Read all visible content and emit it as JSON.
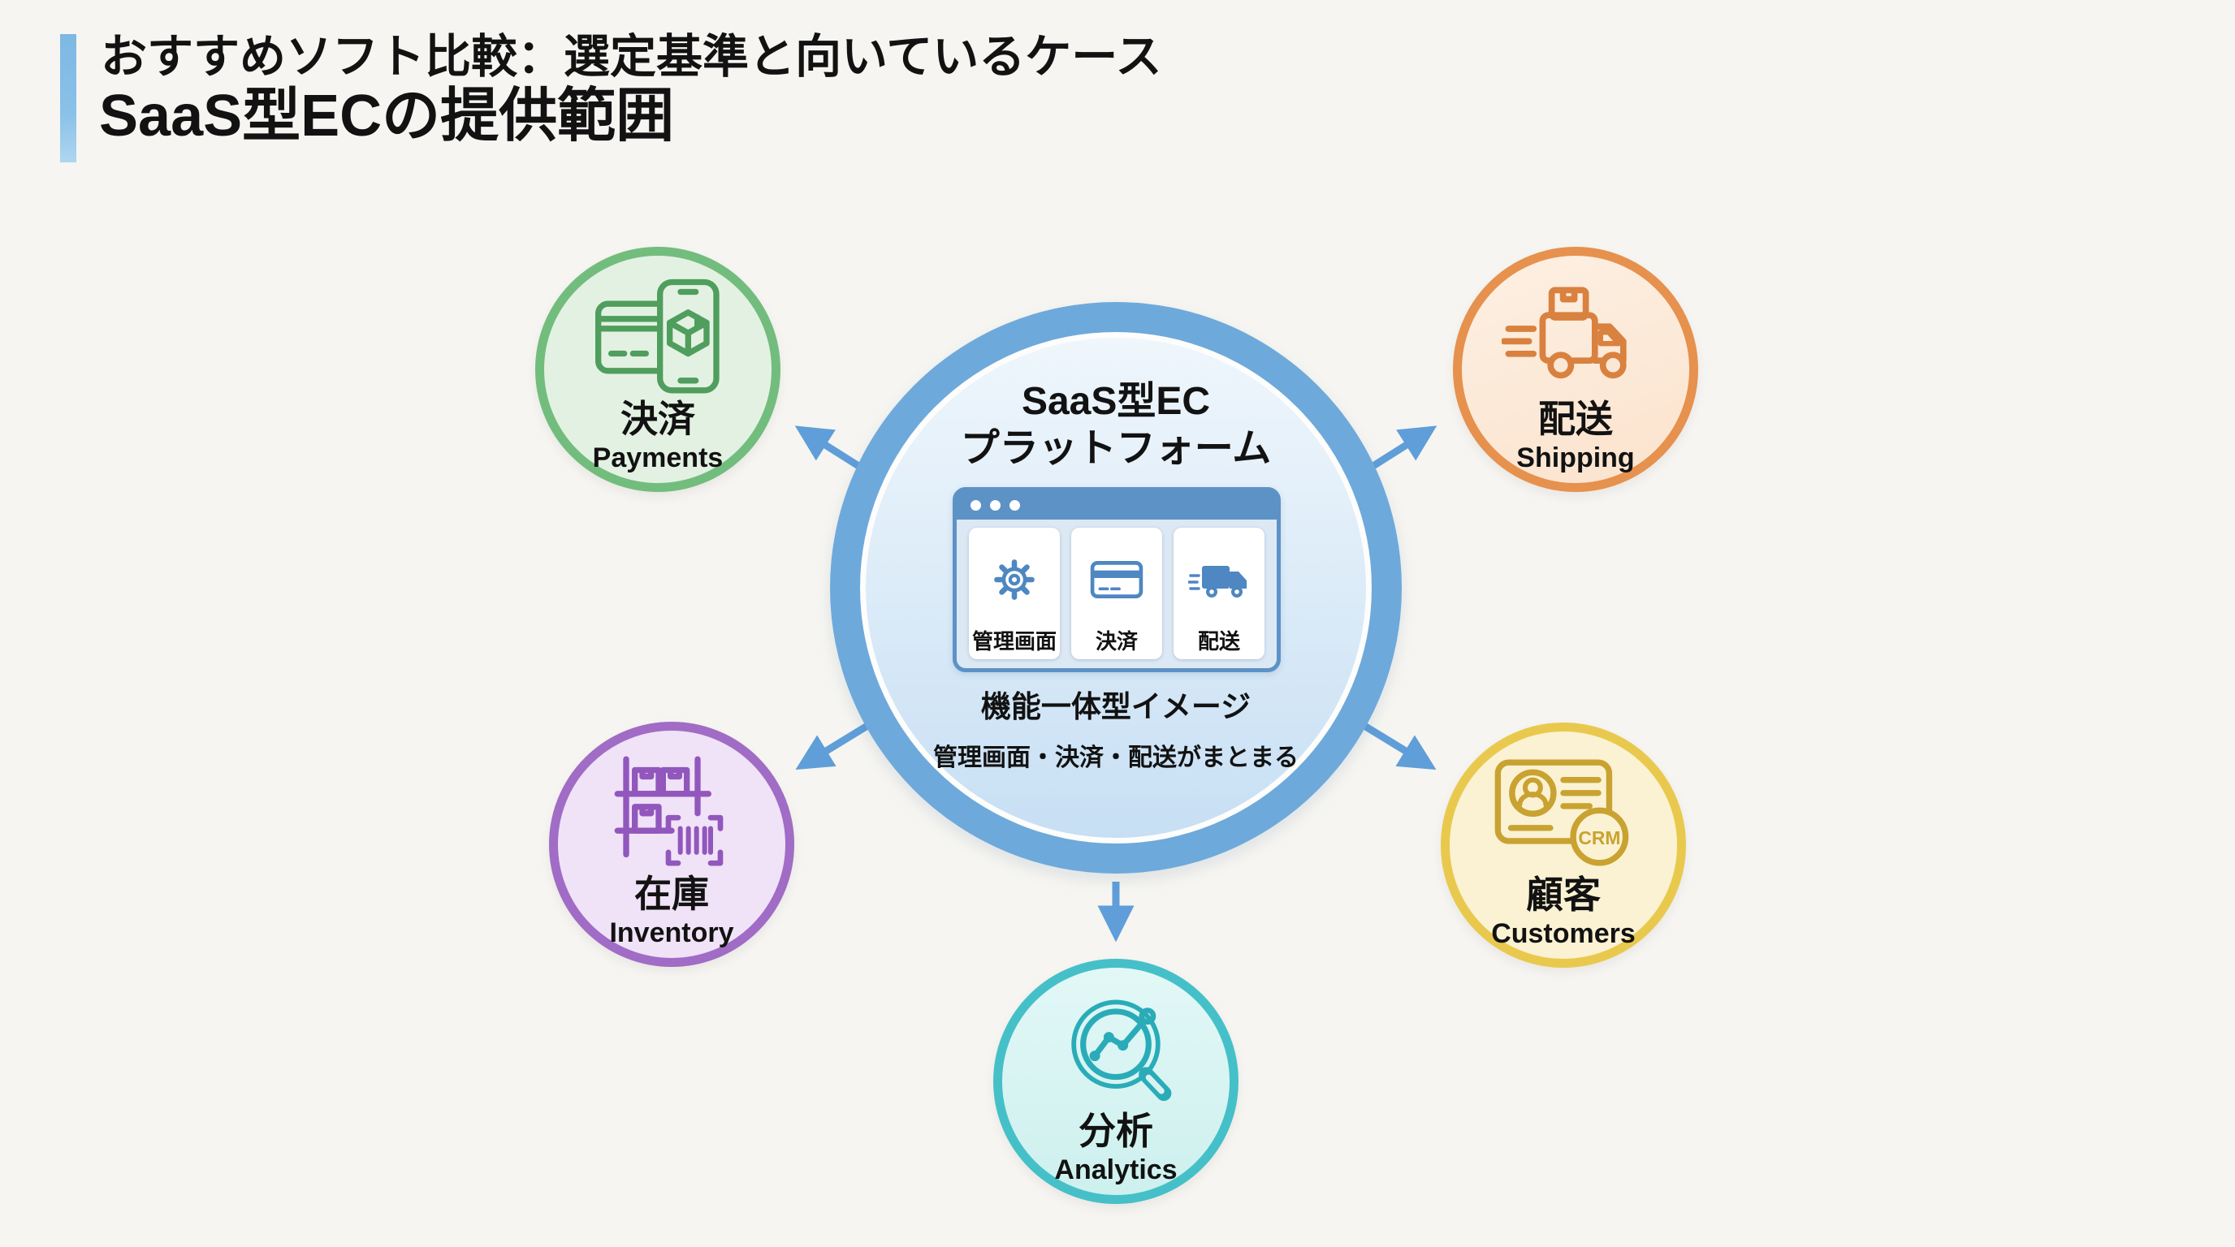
{
  "header": {
    "line1": "おすすめソフト比較：選定基準と向いているケース",
    "line2": "SaaS型ECの提供範囲"
  },
  "hub": {
    "title1": "SaaS型EC",
    "title2": "プラットフォーム",
    "modules": [
      {
        "icon": "gear-icon",
        "label": "管理画面"
      },
      {
        "icon": "credit-card-icon",
        "label": "決済"
      },
      {
        "icon": "delivery-truck-icon",
        "label": "配送"
      }
    ],
    "caption": "機能一体型イメージ",
    "subcaption": "管理画面・決済・配送がまとまる"
  },
  "satellites": [
    {
      "id": "payments",
      "jp": "決済",
      "en": "Payments",
      "icon": "card-and-phone-icon"
    },
    {
      "id": "shipping",
      "jp": "配送",
      "en": "Shipping",
      "icon": "speeding-truck-icon"
    },
    {
      "id": "inventory",
      "jp": "在庫",
      "en": "Inventory",
      "icon": "shelf-barcode-icon"
    },
    {
      "id": "customers",
      "jp": "顧客",
      "en": "Customers",
      "icon": "id-card-crm-icon",
      "badge": "CRM"
    },
    {
      "id": "analytics",
      "jp": "分析",
      "en": "Analytics",
      "icon": "magnifier-chart-icon"
    }
  ],
  "colors": {
    "background": "#f6f5f1",
    "accent_bar": "#85bce4",
    "hub_ring": "#6ea9db",
    "hub_fill_top": "#eff6fc",
    "hub_fill_bottom": "#c7dff4",
    "arrow": "#5f9ed9",
    "browser_bar": "#5d92c7",
    "browser_body": "#dce9f5",
    "module_icon": "#4e87c1",
    "payments_border": "#72bd7d",
    "payments_fill": "#e3f1e2",
    "payments_icon": "#4f9e5e",
    "shipping_border": "#e6914e",
    "shipping_fill": "#fbe7d6",
    "shipping_icon": "#d9813f",
    "inventory_border": "#a06cc5",
    "inventory_fill": "#f0e2f7",
    "inventory_icon": "#9257bd",
    "customers_border": "#e9c94d",
    "customers_fill": "#faf2d2",
    "customers_icon": "#c9a231",
    "analytics_border": "#45c0c8",
    "analytics_fill": "#d9f3f2",
    "analytics_icon": "#2aacb8"
  }
}
